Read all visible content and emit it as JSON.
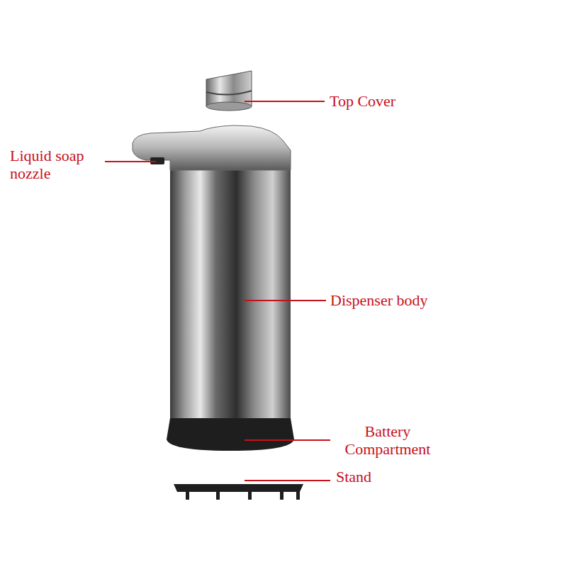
{
  "diagram": {
    "labels": [
      "Top Cover",
      "Liquid soap nozzle",
      "Dispenser body",
      "Battery Compartment",
      "Stand"
    ]
  }
}
